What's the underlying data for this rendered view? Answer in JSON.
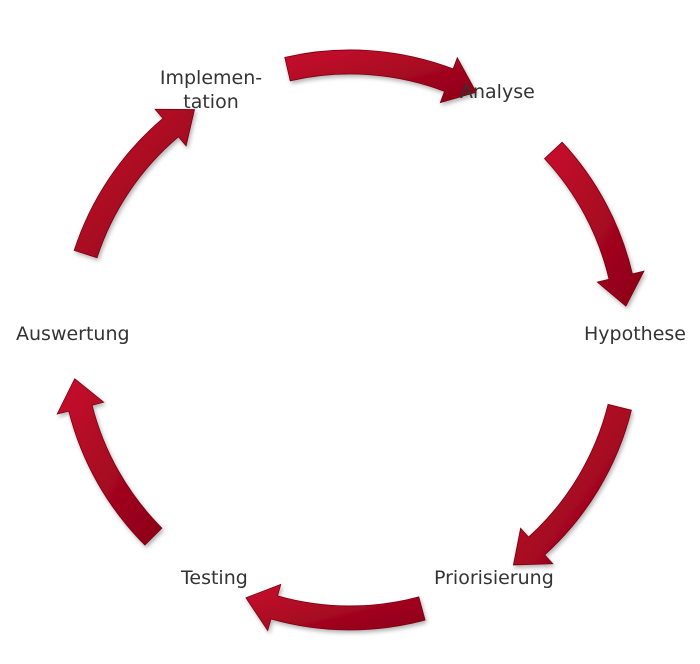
{
  "cycle": {
    "arrow_color": "#b0001b",
    "arrow_color_dark": "#7a0012",
    "steps": [
      {
        "id": "implementation",
        "label_line1": "Implemen-",
        "label_line2": "tation"
      },
      {
        "id": "analyse",
        "label": "Analyse"
      },
      {
        "id": "hypothese",
        "label": "Hypothese"
      },
      {
        "id": "priorisierung",
        "label": "Priorisierung"
      },
      {
        "id": "testing",
        "label": "Testing"
      },
      {
        "id": "auswertung",
        "label": "Auswertung"
      }
    ]
  }
}
